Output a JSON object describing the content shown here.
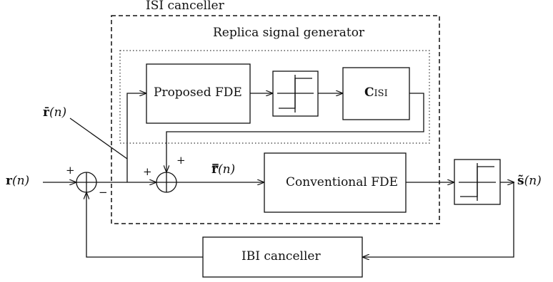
{
  "containers": {
    "isi_canceller": "ISI canceller",
    "replica_generator": "Replica signal generator"
  },
  "blocks": {
    "proposed_fde": "Proposed FDE",
    "c_isi_main": "C",
    "c_isi_sub": "ISI",
    "conventional_fde": "Conventional FDE",
    "ibi_canceller": "IBI canceller"
  },
  "signals": {
    "input_r": "r",
    "input_r_arg": "(n)",
    "r_bar": "r̄",
    "r_bar_arg": "(n)",
    "r_double_bar": "r̿",
    "r_double_bar_arg": "(n)",
    "output_s": "s̃",
    "output_s_arg": "(n)"
  },
  "signs": {
    "sum1_plus": "+",
    "sum1_minus": "−",
    "sum2_plus_left": "+",
    "sum2_plus_top": "+"
  }
}
